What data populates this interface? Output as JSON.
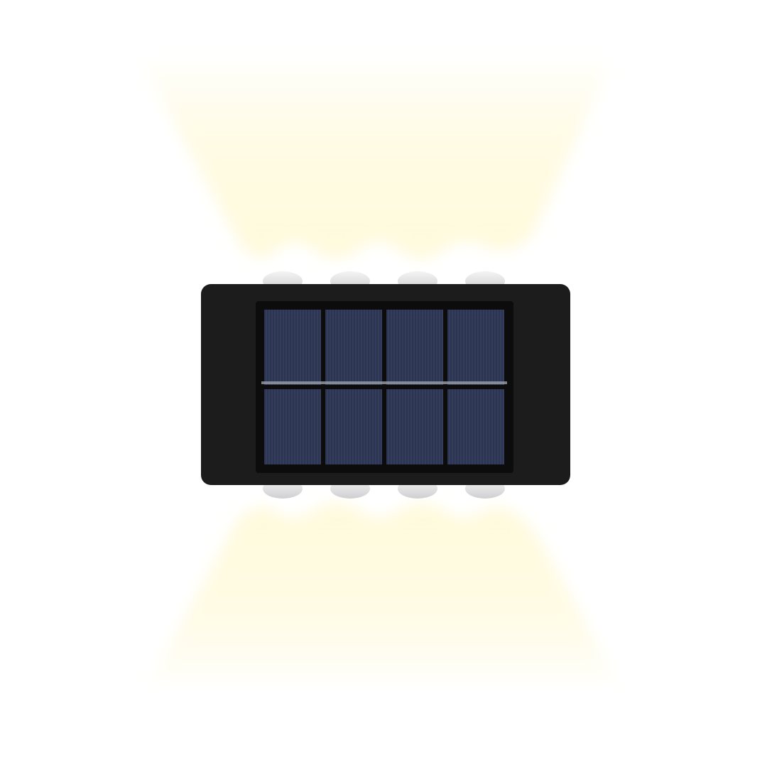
{
  "product": {
    "subject": "solar-wall-light",
    "led_count_per_side": 4,
    "solar_cell_columns": 4,
    "solar_cell_rows": 2
  },
  "colors": {
    "background": "#ffffff",
    "light_beam": "#fffbe2",
    "housing": "#1c1c1c",
    "panel_frame": "#0c0c0c",
    "solar_cell": "#2b3450",
    "cell_line": "#3d4868",
    "busbar": "#9aa0a8",
    "led_dome": "#e9e9ea"
  }
}
